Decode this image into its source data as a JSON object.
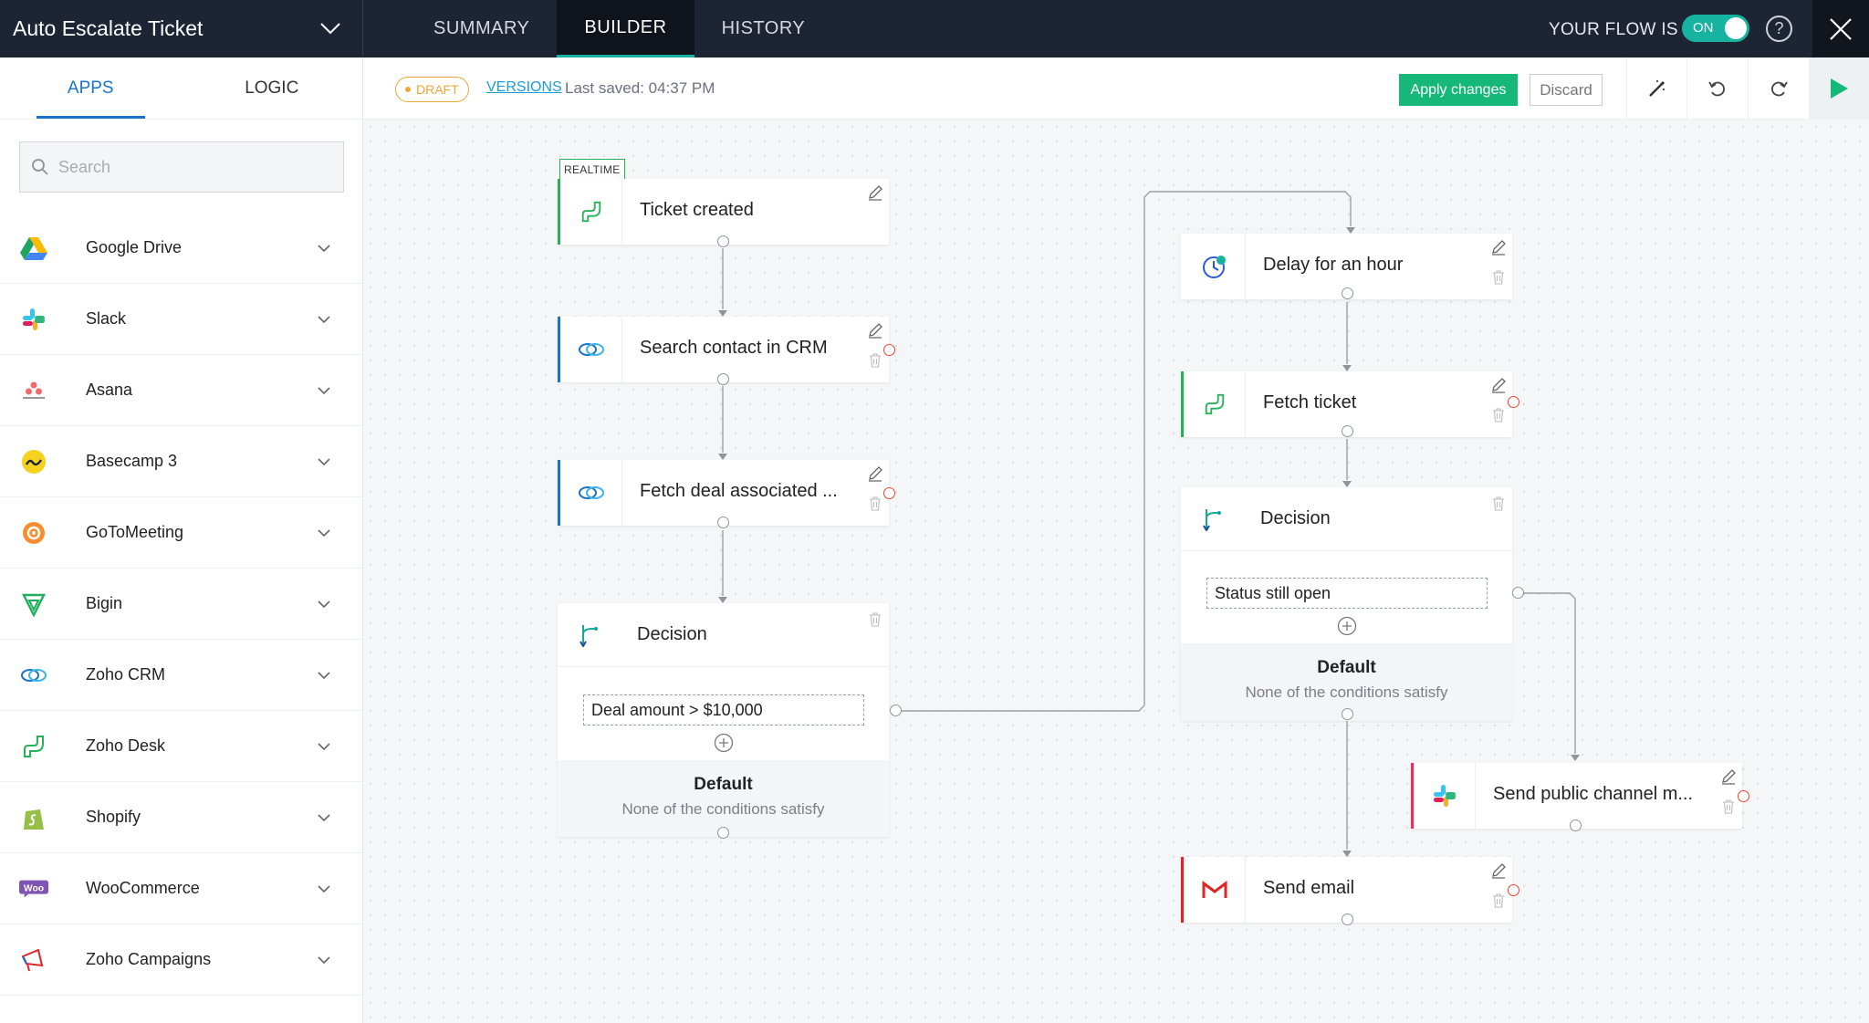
{
  "topbar": {
    "flow_name": "Auto Escalate Ticket",
    "tabs": [
      "SUMMARY",
      "BUILDER",
      "HISTORY"
    ],
    "active_tab": "BUILDER",
    "flow_status_label": "YOUR FLOW IS",
    "toggle_label": "ON",
    "help": "?"
  },
  "sidebar": {
    "tabs": [
      "APPS",
      "LOGIC"
    ],
    "active_tab": "APPS",
    "search_placeholder": "Search",
    "apps": [
      {
        "name": "Google Drive",
        "icon": "google-drive-icon"
      },
      {
        "name": "Slack",
        "icon": "slack-icon"
      },
      {
        "name": "Asana",
        "icon": "asana-icon"
      },
      {
        "name": "Basecamp 3",
        "icon": "basecamp-icon"
      },
      {
        "name": "GoToMeeting",
        "icon": "gotomeeting-icon"
      },
      {
        "name": "Bigin",
        "icon": "bigin-icon"
      },
      {
        "name": "Zoho CRM",
        "icon": "zoho-crm-icon"
      },
      {
        "name": "Zoho Desk",
        "icon": "zoho-desk-icon"
      },
      {
        "name": "Shopify",
        "icon": "shopify-icon"
      },
      {
        "name": "WooCommerce",
        "icon": "woocommerce-icon"
      },
      {
        "name": "Zoho Campaigns",
        "icon": "zoho-campaigns-icon"
      }
    ]
  },
  "toolbar": {
    "draft_label": "DRAFT",
    "versions_label": "VERSIONS",
    "last_saved": "Last saved: 04:37 PM",
    "apply_label": "Apply changes",
    "discard_label": "Discard"
  },
  "flow": {
    "trigger_badge": "REALTIME",
    "nodes": {
      "ticket_created": "Ticket created",
      "search_contact": "Search contact in CRM",
      "fetch_deal": "Fetch deal associated ...",
      "delay": "Delay for an hour",
      "fetch_ticket": "Fetch ticket",
      "send_public_channel": "Send public channel m...",
      "send_email": "Send email"
    },
    "decision1": {
      "title": "Decision",
      "condition": "Deal amount > $10,000",
      "default_title": "Default",
      "default_sub": "None of the conditions satisfy"
    },
    "decision2": {
      "title": "Decision",
      "condition": "Status still open",
      "default_title": "Default",
      "default_sub": "None of the conditions satisfy"
    }
  },
  "colors": {
    "topbar": "#1d2433",
    "accent_teal": "#16b3a0",
    "apply_green": "#16b87a",
    "link_blue": "#1a9ed8",
    "draft_orange": "#f0a63a"
  }
}
